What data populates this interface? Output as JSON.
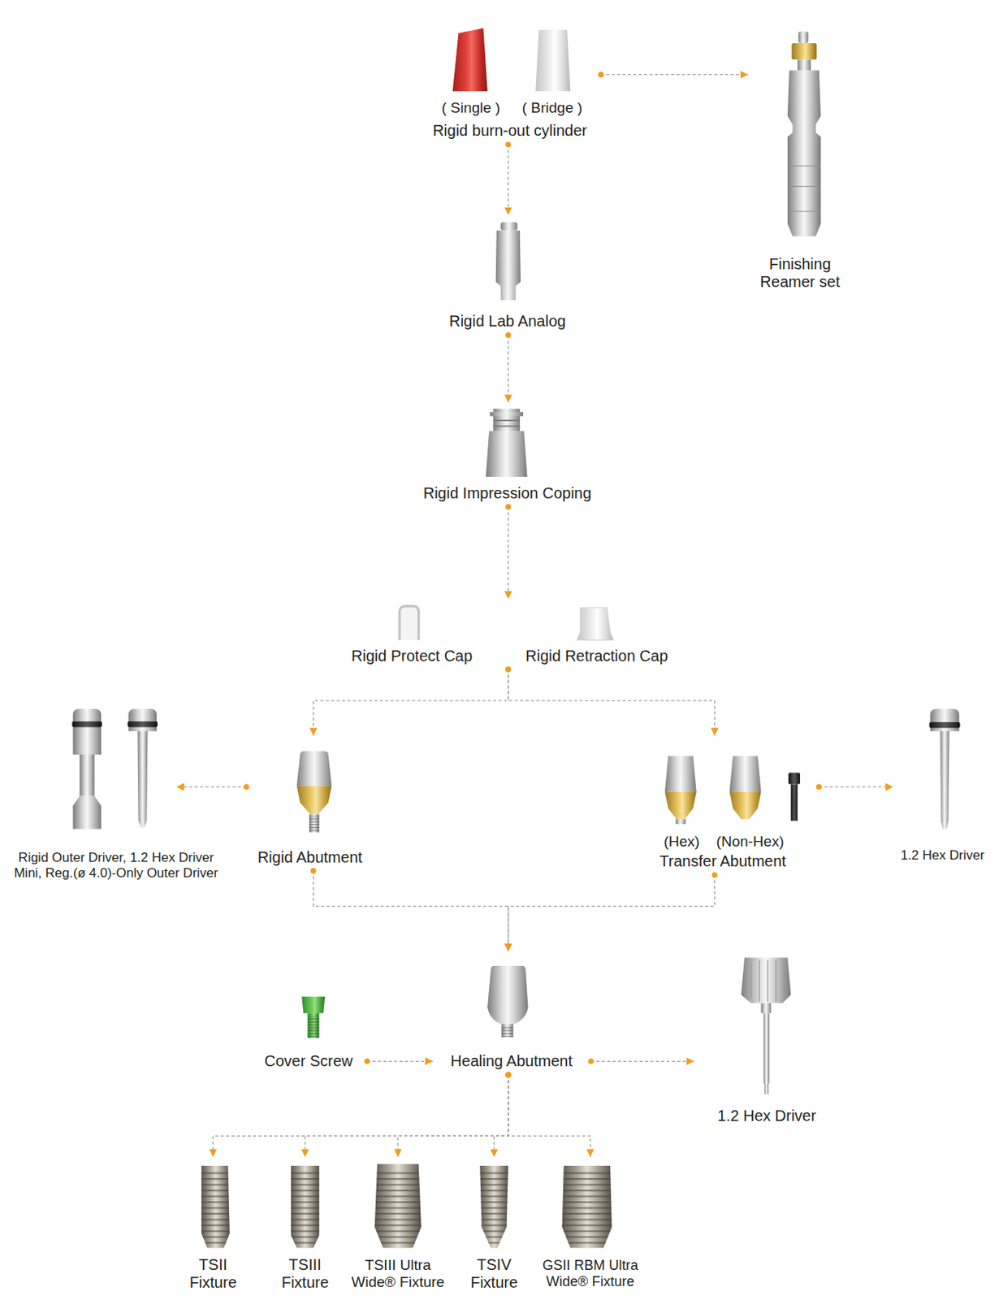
{
  "diagram": {
    "nodes": [
      {
        "text": [
          "( Single )",
          "( Bridge )",
          "Rigid burn-out cylinder"
        ]
      },
      {
        "text": [
          "Finishing Reamer set"
        ]
      },
      {
        "text": [
          "Rigid Lab Analog"
        ]
      },
      {
        "text": [
          "Rigid Impression Coping"
        ]
      },
      {
        "text": [
          "Rigid Protect Cap",
          "Rigid Retraction Cap"
        ]
      },
      {
        "text": [
          "Rigid Outer Driver, 1.2 Hex Driver Mini, Reg.(ø 4.0)-Only Outer Driver"
        ]
      },
      {
        "text": [
          "Rigid Abutment"
        ]
      },
      {
        "text": [
          "(Hex)",
          "(Non-Hex)",
          "Transfer Abutment"
        ]
      },
      {
        "text": [
          "1.2 Hex Driver"
        ]
      },
      {
        "text": [
          "Cover Screw"
        ]
      },
      {
        "text": [
          "Healing Abutment"
        ]
      },
      {
        "text": [
          "1.2 Hex Driver"
        ]
      },
      {
        "text": [
          "TSII Fixture"
        ]
      },
      {
        "text": [
          "TSIII Fixture"
        ]
      },
      {
        "text": [
          "TSIII Ultra Wide® Fixture"
        ]
      },
      {
        "text": [
          "TSIV Fixture"
        ]
      },
      {
        "text": [
          "GSII RBM Ultra Wide® Fixture"
        ]
      }
    ],
    "edges": [
      {
        "from": 0,
        "to": 1,
        "arrow": "to"
      },
      {
        "from": 0,
        "to": 2,
        "arrow": "to"
      },
      {
        "from": 2,
        "to": 3,
        "arrow": "to"
      },
      {
        "from": 3,
        "to": 4,
        "arrow": "to"
      },
      {
        "from": 4,
        "to": 6,
        "arrow": "to"
      },
      {
        "from": 4,
        "to": 7,
        "arrow": "to"
      },
      {
        "from": 6,
        "to": 5,
        "arrow": "to"
      },
      {
        "from": 7,
        "to": 8,
        "arrow": "to"
      },
      {
        "from": 6,
        "to": 10,
        "arrow": "to"
      },
      {
        "from": 7,
        "to": 10,
        "arrow": "to"
      },
      {
        "from": 9,
        "to": 10,
        "arrow": "to"
      },
      {
        "from": 10,
        "to": 11,
        "arrow": "to"
      },
      {
        "from": 10,
        "to": 12,
        "arrow": "to"
      },
      {
        "from": 10,
        "to": 13,
        "arrow": "to"
      },
      {
        "from": 10,
        "to": 14,
        "arrow": "to"
      },
      {
        "from": 10,
        "to": 15,
        "arrow": "to"
      },
      {
        "from": 10,
        "to": 16,
        "arrow": "to"
      }
    ]
  }
}
